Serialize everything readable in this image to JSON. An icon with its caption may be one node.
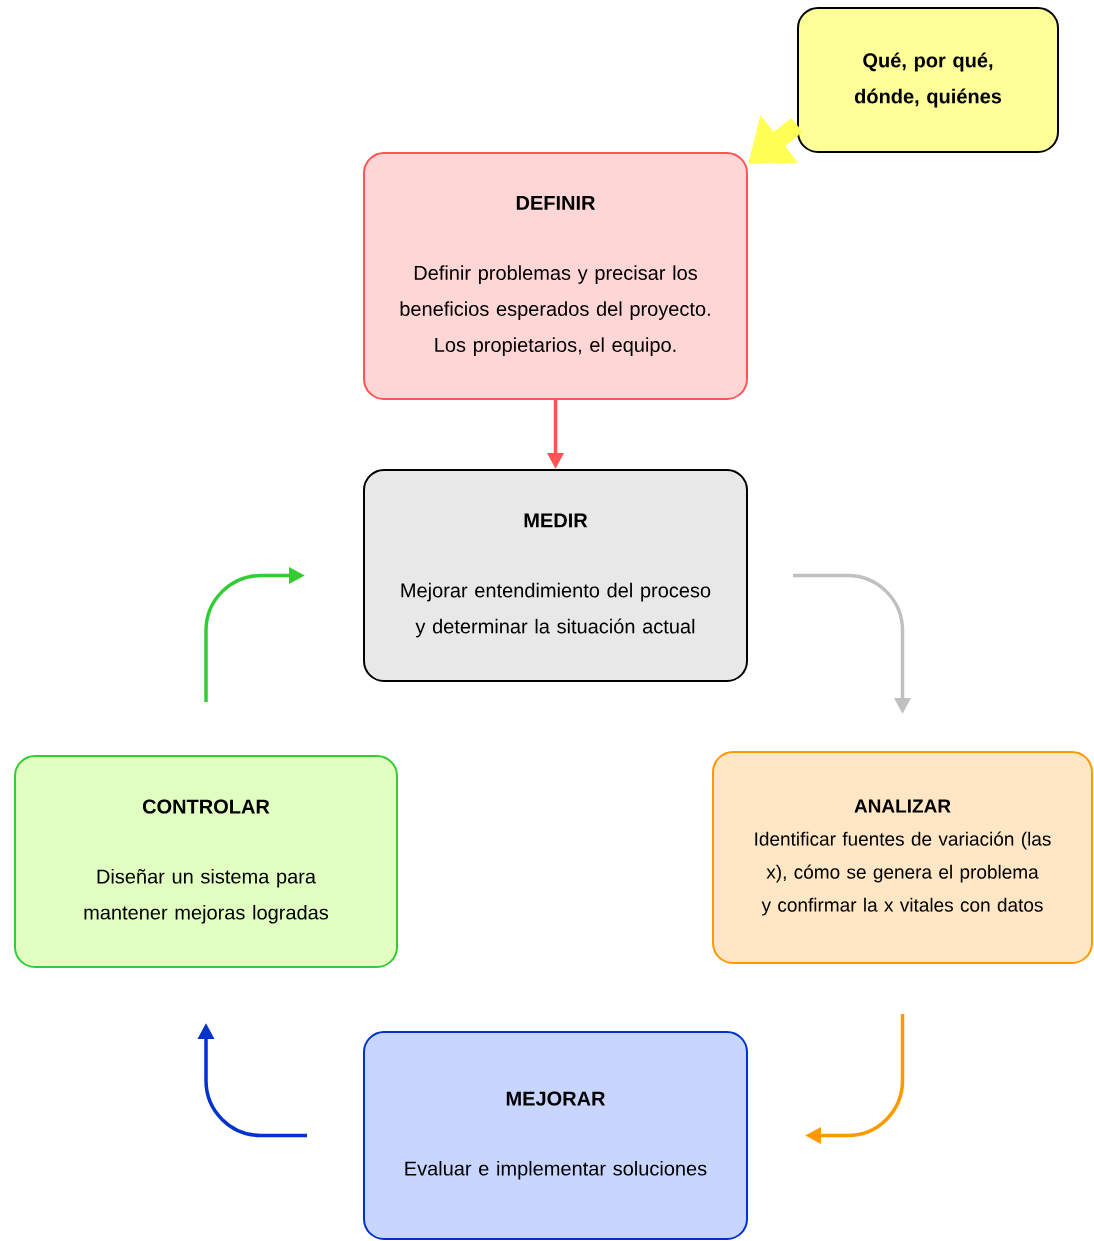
{
  "diagram": {
    "nodes": [
      {
        "text": [
          "Qué, por qué, dónde, quiénes"
        ]
      },
      {
        "text": [
          "DEFINIR",
          "Definir problemas y precisar los beneficios esperados del proyecto. Los propietarios, el equipo."
        ]
      },
      {
        "text": [
          "MEDIR",
          "Mejorar entendimiento del proceso y determinar la situación actual"
        ]
      },
      {
        "text": [
          "ANALIZAR",
          "Identificar fuentes de variación (las x), cómo se genera el problema y confirmar la x vitales con datos"
        ]
      },
      {
        "text": [
          "MEJORAR",
          "Evaluar e implementar soluciones"
        ]
      },
      {
        "text": [
          "CONTROLAR",
          "Diseñar un sistema para mantener mejoras logradas"
        ]
      }
    ],
    "edges": [
      {
        "from": 0,
        "to": 1,
        "arrow": "to",
        "style": "thick",
        "color": "#ffff55"
      },
      {
        "from": 1,
        "to": 2,
        "arrow": "to",
        "color": "#ff5555"
      },
      {
        "from": 2,
        "to": 3,
        "arrow": "to",
        "color": "#c0c0c0"
      },
      {
        "from": 3,
        "to": 4,
        "arrow": "to",
        "color": "#ff9900"
      },
      {
        "from": 4,
        "to": 5,
        "arrow": "to",
        "color": "#0033cc"
      },
      {
        "from": 5,
        "to": 2,
        "arrow": "to",
        "color": "#33cc33"
      }
    ]
  }
}
